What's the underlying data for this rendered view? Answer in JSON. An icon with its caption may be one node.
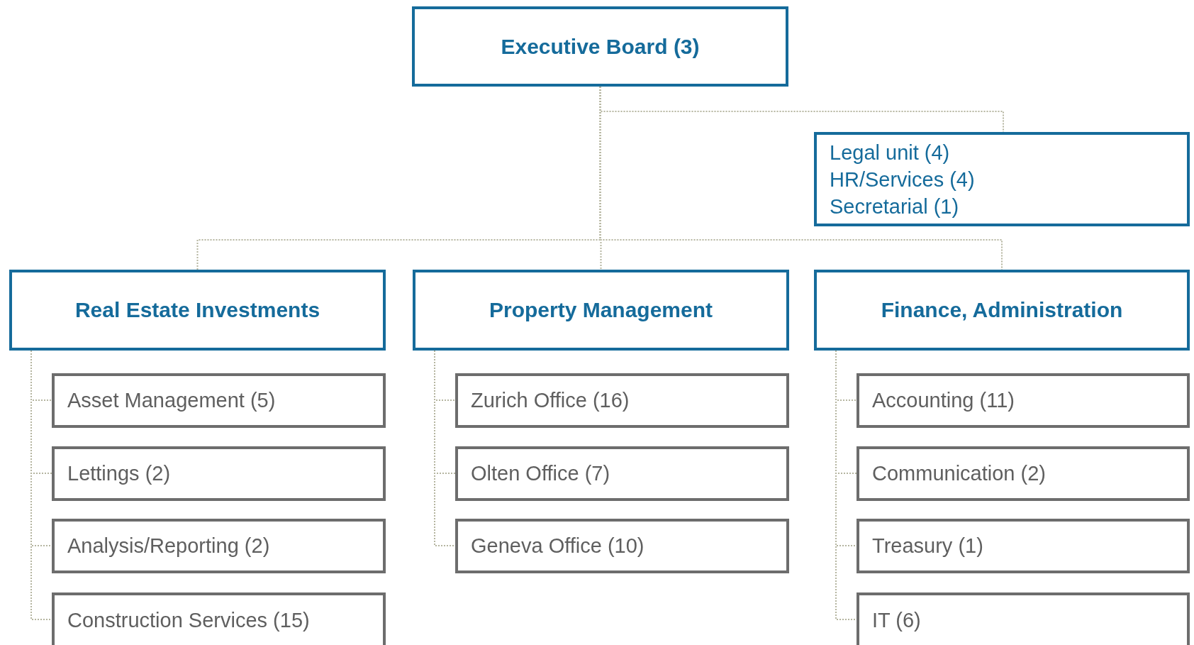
{
  "diagram": {
    "nodes": [
      {
        "text": [
          "Executive Board (3)"
        ]
      },
      {
        "text": [
          "Legal unit (4)",
          "HR/Services (4)",
          "Secretarial (1)"
        ]
      },
      {
        "text": [
          "Real Estate Investments"
        ]
      },
      {
        "text": [
          "Property Management"
        ]
      },
      {
        "text": [
          "Finance, Administration"
        ]
      },
      {
        "text": [
          "Asset Management (5)"
        ]
      },
      {
        "text": [
          "Lettings (2)"
        ]
      },
      {
        "text": [
          "Analysis/Reporting (2)"
        ]
      },
      {
        "text": [
          "Construction Services (15)"
        ]
      },
      {
        "text": [
          "Zurich Office (16)"
        ]
      },
      {
        "text": [
          "Olten Office  (7)"
        ]
      },
      {
        "text": [
          "Geneva Office (10)"
        ]
      },
      {
        "text": [
          "Accounting (11)"
        ]
      },
      {
        "text": [
          "Communication (2)"
        ]
      },
      {
        "text": [
          "Treasury (1)"
        ]
      },
      {
        "text": [
          "IT (6)"
        ]
      }
    ],
    "edges": [
      {
        "from": 0,
        "to": 1,
        "arrow": "none"
      },
      {
        "from": 0,
        "to": 2,
        "arrow": "none"
      },
      {
        "from": 0,
        "to": 3,
        "arrow": "none"
      },
      {
        "from": 0,
        "to": 4,
        "arrow": "none"
      },
      {
        "from": 2,
        "to": 5,
        "arrow": "none"
      },
      {
        "from": 2,
        "to": 6,
        "arrow": "none"
      },
      {
        "from": 2,
        "to": 7,
        "arrow": "none"
      },
      {
        "from": 2,
        "to": 8,
        "arrow": "none"
      },
      {
        "from": 3,
        "to": 9,
        "arrow": "none"
      },
      {
        "from": 3,
        "to": 10,
        "arrow": "none"
      },
      {
        "from": 3,
        "to": 11,
        "arrow": "none"
      },
      {
        "from": 4,
        "to": 12,
        "arrow": "none"
      },
      {
        "from": 4,
        "to": 13,
        "arrow": "none"
      },
      {
        "from": 4,
        "to": 14,
        "arrow": "none"
      },
      {
        "from": 4,
        "to": 15,
        "arrow": "none"
      }
    ]
  }
}
